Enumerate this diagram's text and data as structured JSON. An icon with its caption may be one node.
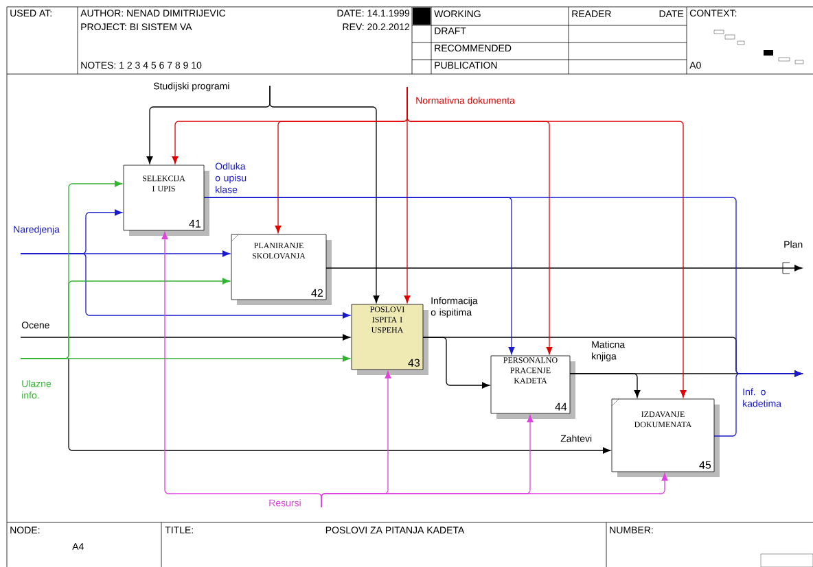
{
  "diagram": {
    "title": "POSLOVI ZA PITANJA KADETA",
    "nodes": [
      {
        "text": [
          "SELEKCIJA I UPIS",
          "41"
        ]
      },
      {
        "text": [
          "PLANIRANJE SKOLOVANJA",
          "42"
        ]
      },
      {
        "text": [
          "POSLOVI ISPITA I USPEHA",
          "43"
        ]
      },
      {
        "text": [
          "PERSONALNO PRACENJE KADETA",
          "44"
        ]
      },
      {
        "text": [
          "IZDAVANJE DOKUMENATA",
          "45"
        ]
      }
    ],
    "edges": [
      {
        "from": null,
        "to": 0,
        "arrow": "to",
        "label": "Studijski programi"
      },
      {
        "from": null,
        "to": 2,
        "arrow": "to"
      },
      {
        "from": null,
        "to": 0,
        "arrow": "to",
        "color": "#e00000",
        "label": "Normativna dokumenta"
      },
      {
        "from": null,
        "to": 1,
        "arrow": "to",
        "color": "#e00000"
      },
      {
        "from": null,
        "to": 2,
        "arrow": "to",
        "color": "#e00000"
      },
      {
        "from": null,
        "to": 3,
        "arrow": "to",
        "color": "#e00000"
      },
      {
        "from": null,
        "to": 4,
        "arrow": "to",
        "color": "#e00000"
      },
      {
        "from": null,
        "to": 0,
        "arrow": "to",
        "color": "#1a1acc",
        "label": "Naredjenja"
      },
      {
        "from": null,
        "to": 1,
        "arrow": "to",
        "color": "#1a1acc"
      },
      {
        "from": null,
        "to": 2,
        "arrow": "to",
        "color": "#1a1acc"
      },
      {
        "from": null,
        "to": 0,
        "arrow": "to",
        "color": "#33b333",
        "label": "Ulazne info."
      },
      {
        "from": null,
        "to": 1,
        "arrow": "to",
        "color": "#33b333"
      },
      {
        "from": null,
        "to": 2,
        "arrow": "to",
        "color": "#33b333"
      },
      {
        "from": null,
        "to": 2,
        "arrow": "to",
        "label": "Ocene"
      },
      {
        "from": null,
        "to": 4,
        "arrow": "to",
        "label": "Zahtevi"
      },
      {
        "from": 0,
        "to": 3,
        "arrow": "to",
        "color": "#1a1acc",
        "label": "Odluka o upisu klase"
      },
      {
        "from": 0,
        "to": null,
        "arrow": "to",
        "color": "#1a1acc"
      },
      {
        "from": 1,
        "to": null,
        "arrow": "to",
        "label": "Plan"
      },
      {
        "from": 2,
        "to": 3,
        "arrow": "to",
        "label": "Informacija o ispitima"
      },
      {
        "from": 2,
        "to": null,
        "arrow": "to"
      },
      {
        "from": 3,
        "to": 4,
        "arrow": "to",
        "label": "Maticna knjiga"
      },
      {
        "from": 3,
        "to": null,
        "arrow": "to"
      },
      {
        "from": 4,
        "to": null,
        "arrow": "to",
        "color": "#1a1acc",
        "label": "Inf. o kadetima"
      },
      {
        "from": null,
        "to": 0,
        "arrow": "to",
        "color": "#e040e0",
        "label": "Resursi"
      },
      {
        "from": null,
        "to": 2,
        "arrow": "to",
        "color": "#e040e0"
      },
      {
        "from": null,
        "to": 3,
        "arrow": "to",
        "color": "#e040e0"
      },
      {
        "from": null,
        "to": 4,
        "arrow": "to",
        "color": "#e040e0"
      }
    ],
    "labels": [
      "USED AT:",
      "AUTHOR:  NENAD DIMITRIJEVIC",
      "DATE: 14.1.1999",
      "PROJECT:  BI SISTEM VA",
      "REV:  20.2.2012",
      "NOTES:  1 2 3 4 5 6 7 8 9 10",
      "WORKING",
      "DRAFT",
      "RECOMMENDED",
      "PUBLICATION",
      "READER",
      "DATE",
      "CONTEXT:",
      "A0",
      "NODE:",
      "A4",
      "TITLE:",
      "NUMBER:"
    ]
  }
}
